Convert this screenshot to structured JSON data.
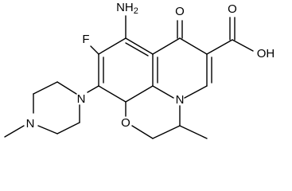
{
  "structure": {
    "atoms": {
      "amino": "NH",
      "amino_sub": "2",
      "fluoro": "F",
      "keto_oxygen": "O",
      "acid_oxygen": "O",
      "acid_hydroxyl": "OH",
      "piperazine_n_top": "N",
      "piperazine_n_bottom": "N",
      "quinolone_n": "N",
      "ether_oxygen": "O"
    }
  }
}
